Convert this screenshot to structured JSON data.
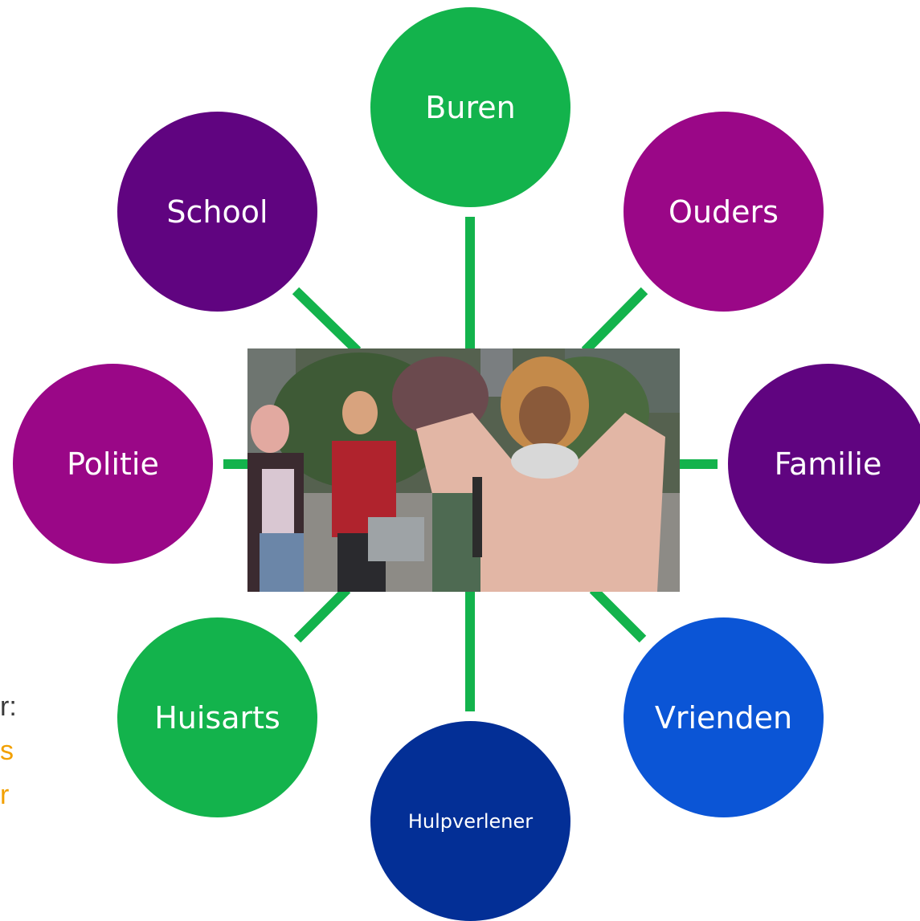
{
  "diagram": {
    "nodes": [
      {
        "id": "buren",
        "label": "Buren",
        "color": "#13b34c"
      },
      {
        "id": "school",
        "label": "School",
        "color": "#600480"
      },
      {
        "id": "ouders",
        "label": "Ouders",
        "color": "#9a0787"
      },
      {
        "id": "politie",
        "label": "Politie",
        "color": "#9a0787"
      },
      {
        "id": "familie",
        "label": "Familie",
        "color": "#600480"
      },
      {
        "id": "huisarts",
        "label": "Huisarts",
        "color": "#13b34c"
      },
      {
        "id": "vrienden",
        "label": "Vrienden",
        "color": "#0b55d6"
      },
      {
        "id": "hulpverlener",
        "label": "Hulpverlener",
        "color": "#032f96"
      }
    ],
    "connector_color": "#13b34c",
    "center_image": "photo of teenagers; girl covering ears with headphones around neck"
  },
  "side_text": {
    "line1": "r:",
    "line2": "s",
    "line3": "r"
  }
}
